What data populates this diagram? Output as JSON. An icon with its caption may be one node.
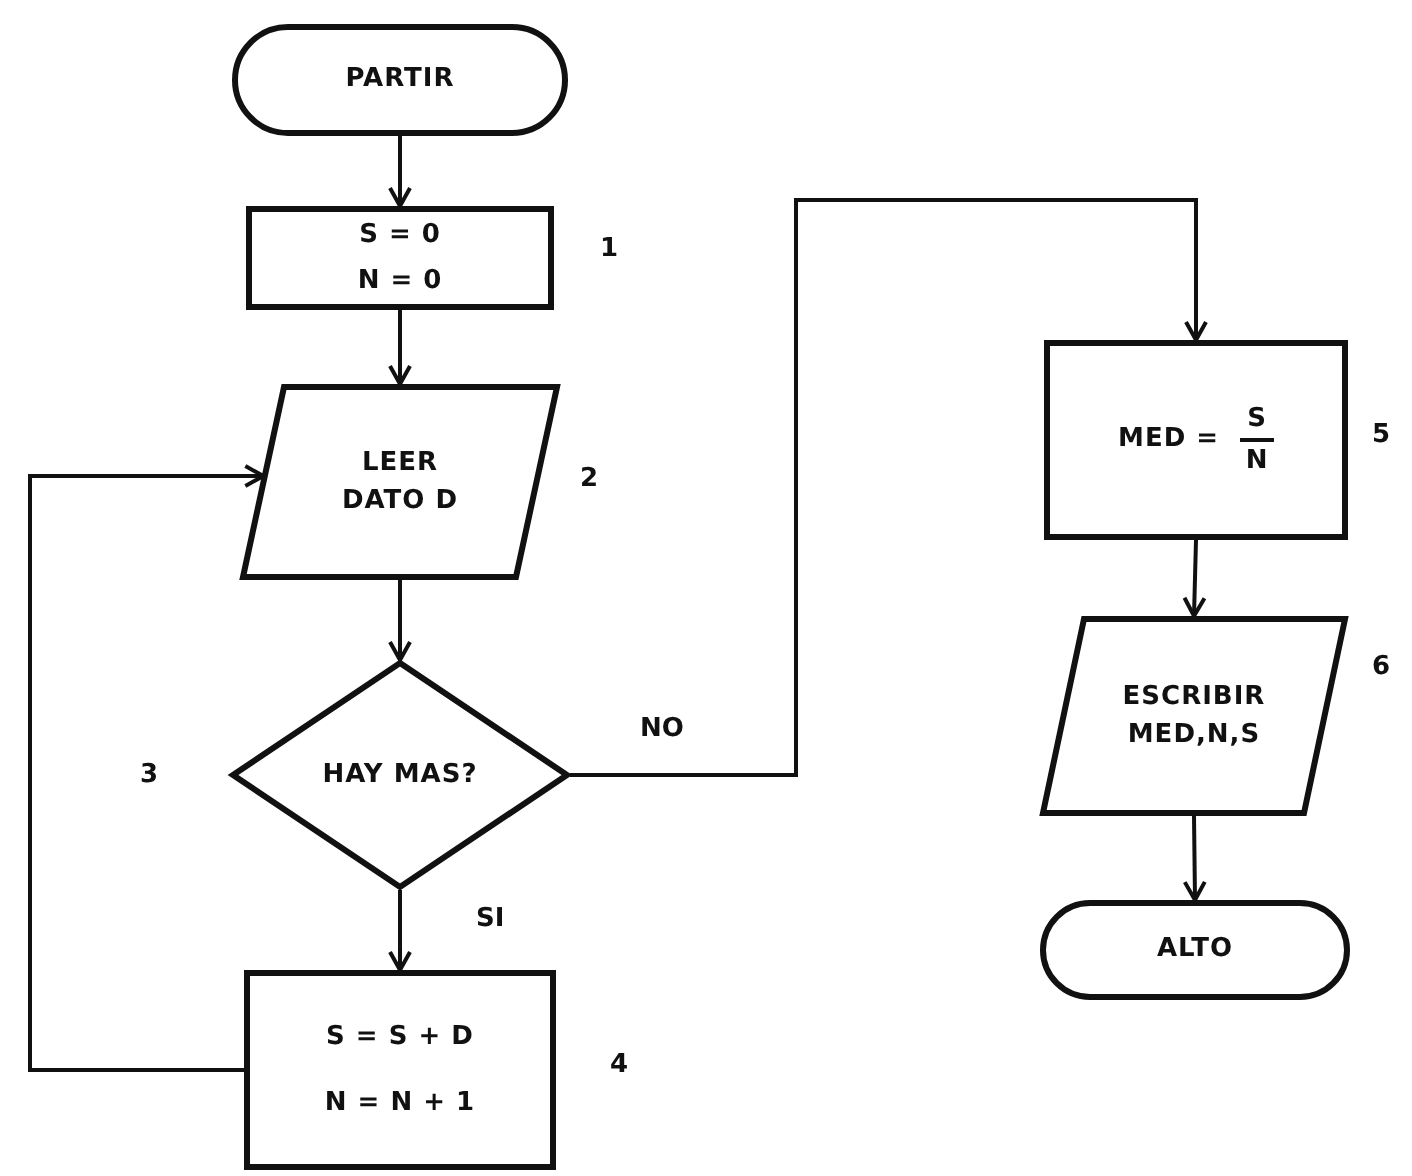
{
  "diagram": {
    "nodes": [
      {
        "text": [
          "PARTIR"
        ]
      },
      {
        "text": [
          "S = 0",
          "N = 0"
        ],
        "beside": [
          "1"
        ]
      },
      {
        "text": [
          "LEER DATO D"
        ],
        "beside": [
          "2"
        ]
      },
      {
        "text": [
          "HAY MAS?"
        ],
        "beside": [
          "3"
        ]
      },
      {
        "text": [
          "S = S + D",
          "N = N + 1"
        ],
        "beside": [
          "4"
        ]
      },
      {
        "text": [
          "MED =",
          "S",
          "N"
        ],
        "beside": [
          "5"
        ]
      },
      {
        "text": [
          "ESCRIBIR MED,N,S"
        ],
        "beside": [
          "6"
        ]
      },
      {
        "text": [
          "ALTO"
        ]
      }
    ],
    "edges": [
      {
        "from": 0,
        "to": 1,
        "arrow": "to"
      },
      {
        "from": 1,
        "to": 2,
        "arrow": "to"
      },
      {
        "from": 2,
        "to": 3,
        "arrow": "to"
      },
      {
        "from": 3,
        "to": 4,
        "arrow": "to",
        "label": "SI"
      },
      {
        "from": 4,
        "to": 2,
        "arrow": "to"
      },
      {
        "from": 3,
        "to": 5,
        "arrow": "to",
        "label": "NO"
      },
      {
        "from": 5,
        "to": 6,
        "arrow": "to"
      },
      {
        "from": 6,
        "to": 7,
        "arrow": "to"
      }
    ]
  }
}
